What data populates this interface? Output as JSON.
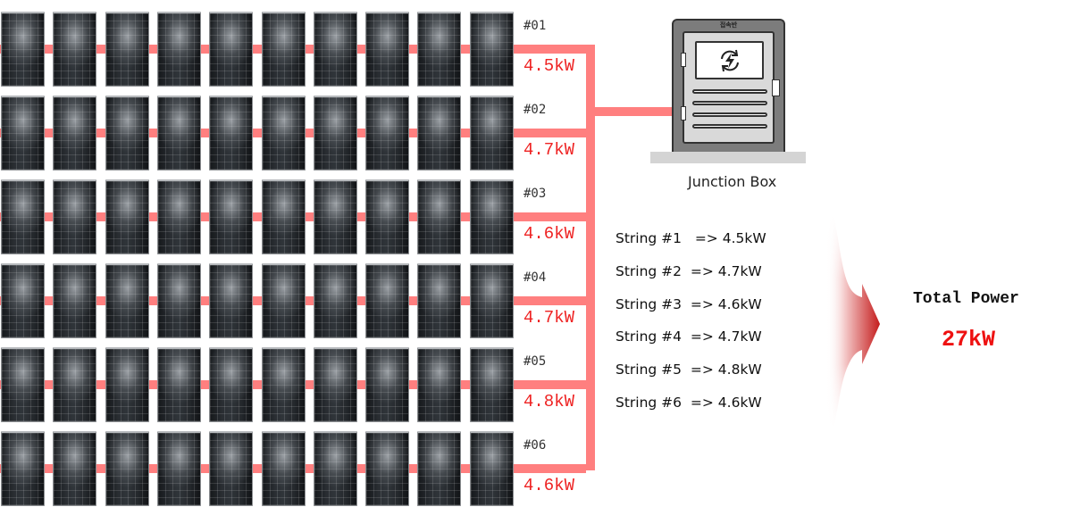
{
  "diagram": {
    "title": "Solar array string power aggregation",
    "panels_per_string": 10,
    "wire_color": "#ff7f7f",
    "strings": [
      {
        "id": "#01",
        "power": "4.5kW"
      },
      {
        "id": "#02",
        "power": "4.7kW"
      },
      {
        "id": "#03",
        "power": "4.6kW"
      },
      {
        "id": "#04",
        "power": "4.7kW"
      },
      {
        "id": "#05",
        "power": "4.8kW"
      },
      {
        "id": "#06",
        "power": "4.6kW"
      }
    ],
    "junction_box": {
      "title_korean": "접속반",
      "label": "Junction Box",
      "icon": "lightning-refresh-icon"
    },
    "summary": [
      "String #1   => 4.5kW",
      "String #2  => 4.7kW",
      "String #3  => 4.6kW",
      "String #4  => 4.7kW",
      "String #5  => 4.8kW",
      "String #6  => 4.6kW"
    ],
    "total": {
      "label": "Total Power",
      "value": "27kW",
      "value_color": "#ee1111"
    }
  }
}
